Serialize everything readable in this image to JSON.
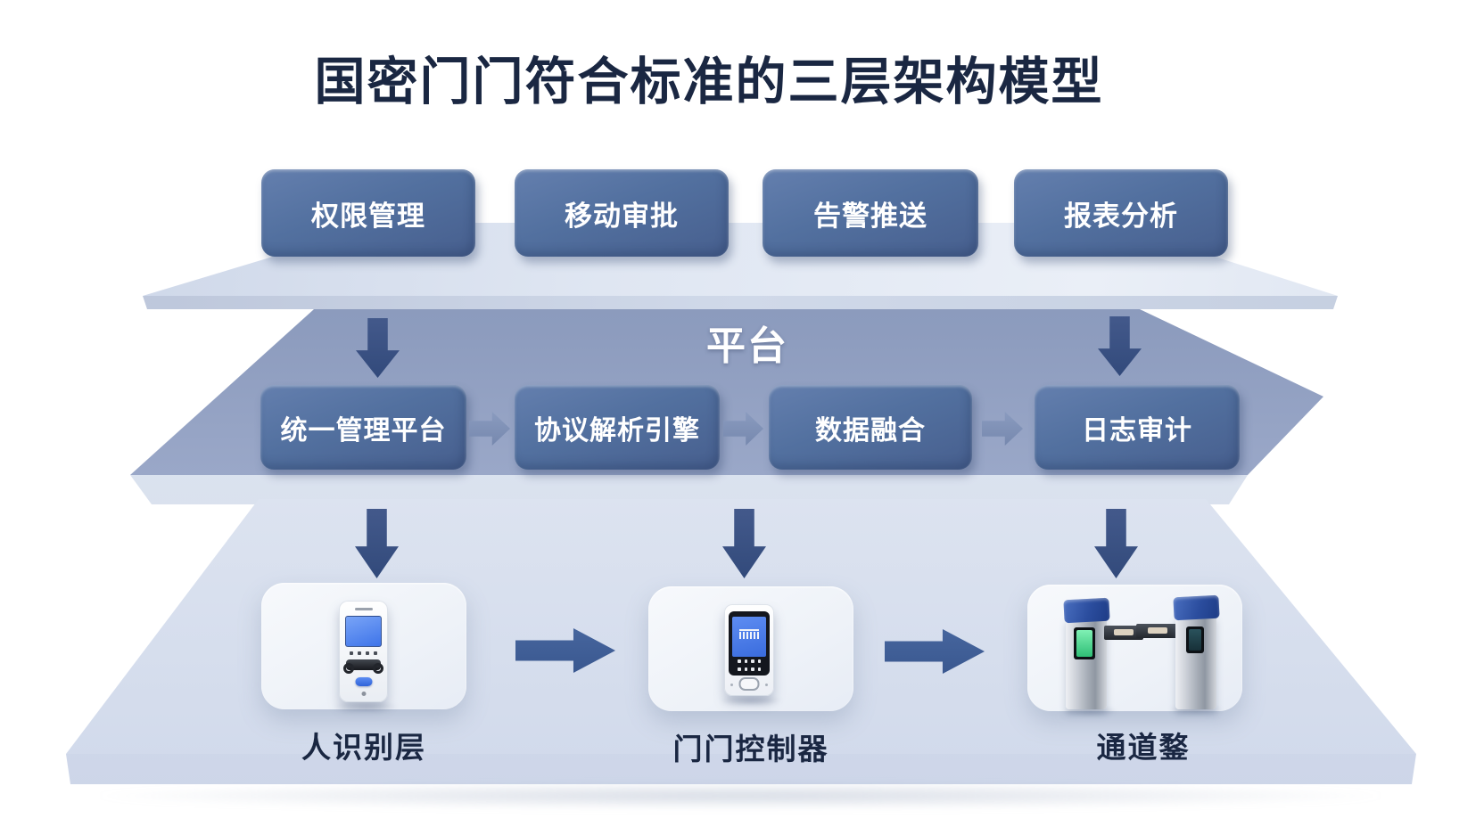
{
  "title": "国密门门符合标准的三层架构模型",
  "top_layer": {
    "boxes": [
      {
        "label": "权限管理"
      },
      {
        "label": "移动审批"
      },
      {
        "label": "告警推送"
      },
      {
        "label": "报表分析"
      }
    ]
  },
  "middle_layer": {
    "platform_label": "平台",
    "boxes": [
      {
        "label": "统一管理平台"
      },
      {
        "label": "协议解析引擎"
      },
      {
        "label": "数据融合"
      },
      {
        "label": "日志审计"
      }
    ]
  },
  "bottom_layer": {
    "devices": [
      {
        "label": "人识别层",
        "type": "face-recognition-terminal"
      },
      {
        "label": "门门控制器",
        "type": "access-controller"
      },
      {
        "label": "通道鍪",
        "type": "turnstile-gate"
      }
    ]
  },
  "colors": {
    "title_text": "#1a2742",
    "box_fill": "#52709f",
    "box_text": "#ffffff",
    "arrow_dark": "#3a5280",
    "arrow_small": "#8092b7",
    "arrow_horizontal": "#3f5e96",
    "platform_top_slab": "#dfe6f2",
    "platform_middle_slab_dark": "#7a8bb0",
    "platform_middle_slab_light": "#b8c3dd",
    "platform_bottom_slab": "#dde4f0",
    "device_panel": "#f2f5fa",
    "device_screen_blue": "#4f83ee",
    "turnstile_screen_green": "#55e29c",
    "turnstile_cap_blue": "#2b4d9e"
  }
}
